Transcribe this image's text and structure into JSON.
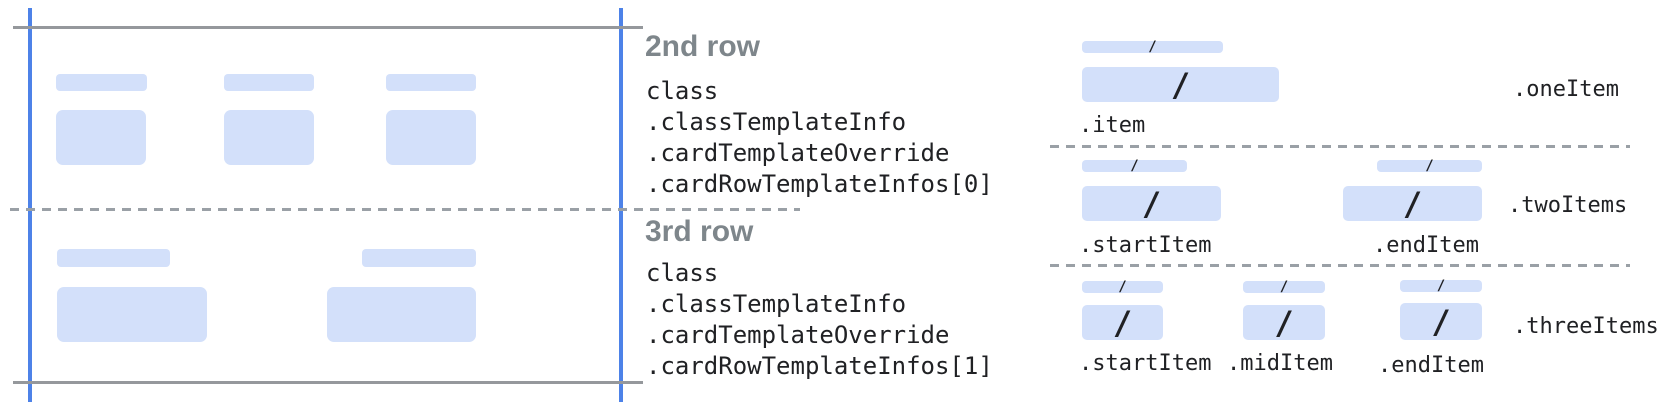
{
  "glyphs": {
    "slash": "/"
  },
  "colors": {
    "bar_fill": "#d3e0fa",
    "guide_blue": "#4d82e8",
    "guide_gray": "#95989c",
    "dash_gray": "#9aa0a6",
    "heading_gray": "#7e868b",
    "code_text": "#202124"
  },
  "row_specs": [
    {
      "heading": "2nd row",
      "code_lines": [
        "class",
        ".classTemplateInfo",
        ".cardTemplateOverride",
        ".cardRowTemplateInfos[0]"
      ]
    },
    {
      "heading": "3rd row",
      "code_lines": [
        "class",
        ".classTemplateInfo",
        ".cardTemplateOverride",
        ".cardRowTemplateInfos[1]"
      ]
    }
  ],
  "layouts": {
    "one": {
      "label": ".oneItem",
      "item_labels": {
        "item": ".item"
      }
    },
    "two": {
      "label": ".twoItems",
      "item_labels": {
        "start": ".startItem",
        "end": ".endItem"
      }
    },
    "three": {
      "label": ".threeItems",
      "item_labels": {
        "start": ".startItem",
        "mid": ".midItem",
        "end": ".endItem"
      }
    }
  }
}
